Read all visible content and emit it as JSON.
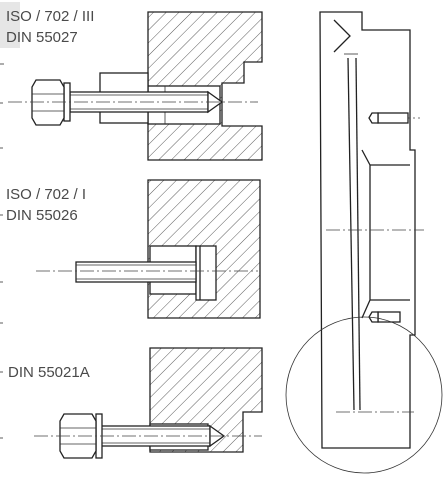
{
  "labels": {
    "top": [
      "ISO / 702 / III",
      "DIN 55027"
    ],
    "middle": [
      "ISO / 702 / I",
      "DIN 55026"
    ],
    "bottom": [
      "DIN 55021A"
    ]
  },
  "colors": {
    "line": "#222222",
    "label": "#4a4a4a",
    "background": "#ffffff",
    "highlight_bar": "#e6e6e6"
  }
}
